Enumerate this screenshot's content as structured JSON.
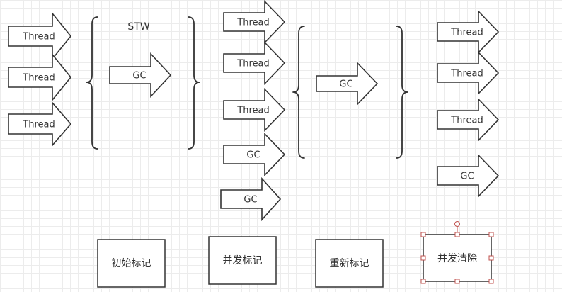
{
  "phases": [
    {
      "label": "初始标记"
    },
    {
      "label": "并发标记"
    },
    {
      "label": "重新标记"
    },
    {
      "label": "并发清除"
    }
  ],
  "stw_label": "STW",
  "phase1": {
    "threads": [
      "Thread",
      "Thread",
      "Thread"
    ],
    "gc": "GC"
  },
  "phase2": {
    "threads": [
      "Thread",
      "Thread",
      "Thread"
    ],
    "gcs": [
      "GC",
      "GC"
    ]
  },
  "phase3": {
    "gc": "GC"
  },
  "phase4": {
    "threads": [
      "Thread",
      "Thread",
      "Thread"
    ],
    "gc": "GC"
  }
}
